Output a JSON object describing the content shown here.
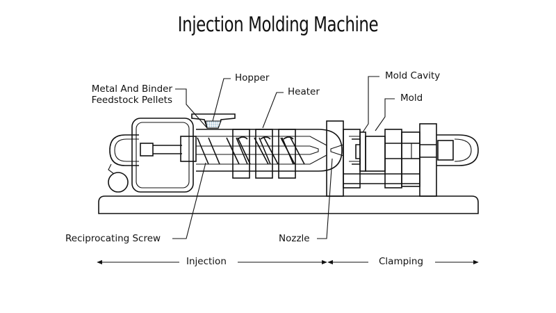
{
  "title": "Injection Molding Machine",
  "labels": {
    "hopper": "Hopper",
    "heater": "Heater",
    "feedstock_line1": "Metal And Binder",
    "feedstock_line2": "Feedstock Pellets",
    "mold_cavity": "Mold Cavity",
    "mold": "Mold",
    "screw": "Reciprocating Screw",
    "nozzle": "Nozzle",
    "injection": "Injection",
    "clamping": "Clamping"
  },
  "colors": {
    "line": "#111111",
    "pellets": "#8fb4cc",
    "background": "#ffffff"
  }
}
